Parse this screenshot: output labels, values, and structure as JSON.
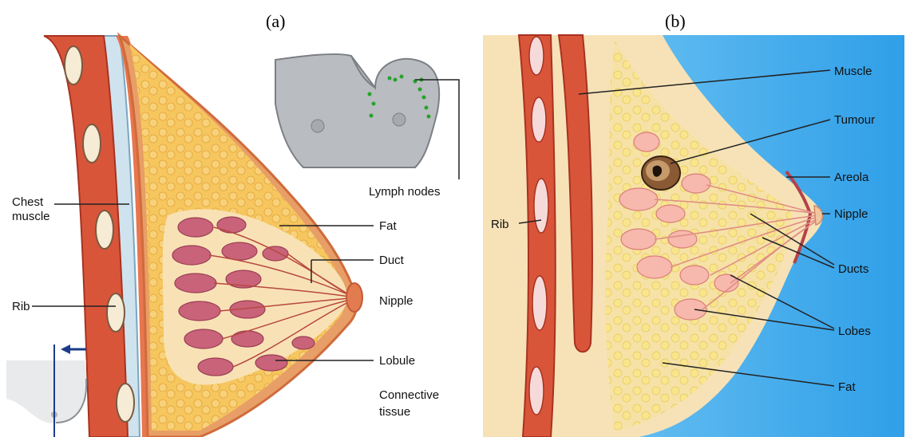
{
  "panels": {
    "a": {
      "title": "(a)",
      "labels": {
        "lymph_nodes": "Lymph nodes",
        "chest_muscle_1": "Chest",
        "chest_muscle_2": "muscle",
        "fat": "Fat",
        "duct": "Duct",
        "nipple": "Nipple",
        "rib": "Rib",
        "lobule": "Lobule",
        "connective_1": "Connective",
        "connective_2": "tissue"
      }
    },
    "b": {
      "title": "(b)",
      "labels": {
        "muscle": "Muscle",
        "tumour": "Tumour",
        "areola": "Areola",
        "rib": "Rib",
        "nipple": "Nipple",
        "ducts": "Ducts",
        "lobes": "Lobes",
        "fat": "Fat"
      }
    }
  },
  "colors": {
    "muscle": "#d9553a",
    "fat": "#f3c25a",
    "lobule": "#c9637a",
    "skin": "#f7e2b8",
    "background_b": "#49b4ee",
    "tumour": "#8a5a35"
  },
  "icons": {
    "inset_top": "torso-with-lymph-nodes-icon",
    "inset_bottom": "breast-outline-inset-icon",
    "arrow": "arrow-left-icon"
  }
}
